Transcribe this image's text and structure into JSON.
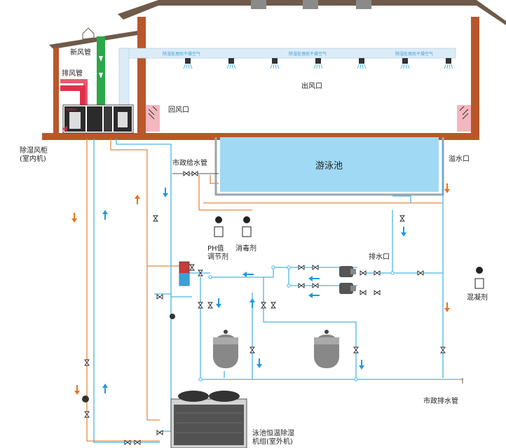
{
  "labels": {
    "fresh_air_duct": "新风管",
    "exhaust_duct": "排风管",
    "cabinet_line1": "除湿风柜",
    "cabinet_line2": "(室内机)",
    "return_air": "回风口",
    "supply_air": "出风口",
    "pool": "游泳池",
    "city_water": "市政给水管",
    "overflow": "溢水口",
    "ph_line1": "PH值",
    "ph_line2": "调节剂",
    "disinfectant": "消毒剂",
    "drain_outlet": "排水口",
    "coagulant": "混凝剂",
    "city_drain": "市政排水管",
    "outdoor_line1": "泳池恒温除湿",
    "outdoor_line2": "机组(室外机)",
    "duct_text_1": "除湿处理后干燥空气",
    "duct_text_2": "除湿处理后干燥空气",
    "duct_text_3": "除湿处理后干燥空气",
    "brand": "FUNDIX"
  },
  "colors": {
    "wall": "#b9572b",
    "roof": "#6f5a4a",
    "pool_water": "#9fd9f3",
    "water_line": "#4db3e6",
    "warm_line": "#e58a3b",
    "arrow_blue": "#1a9be0",
    "arrow_orange": "#e5741f",
    "fresh_duct": "#2aa84a",
    "exhaust_duct": "#e0304a",
    "duct": "#dcecf7"
  },
  "icons": [
    "valve-icon",
    "pump-icon",
    "filter-tank-icon",
    "dosing-pump-icon",
    "check-valve-icon",
    "heat-exchanger-icon",
    "air-diffuser-icon"
  ]
}
